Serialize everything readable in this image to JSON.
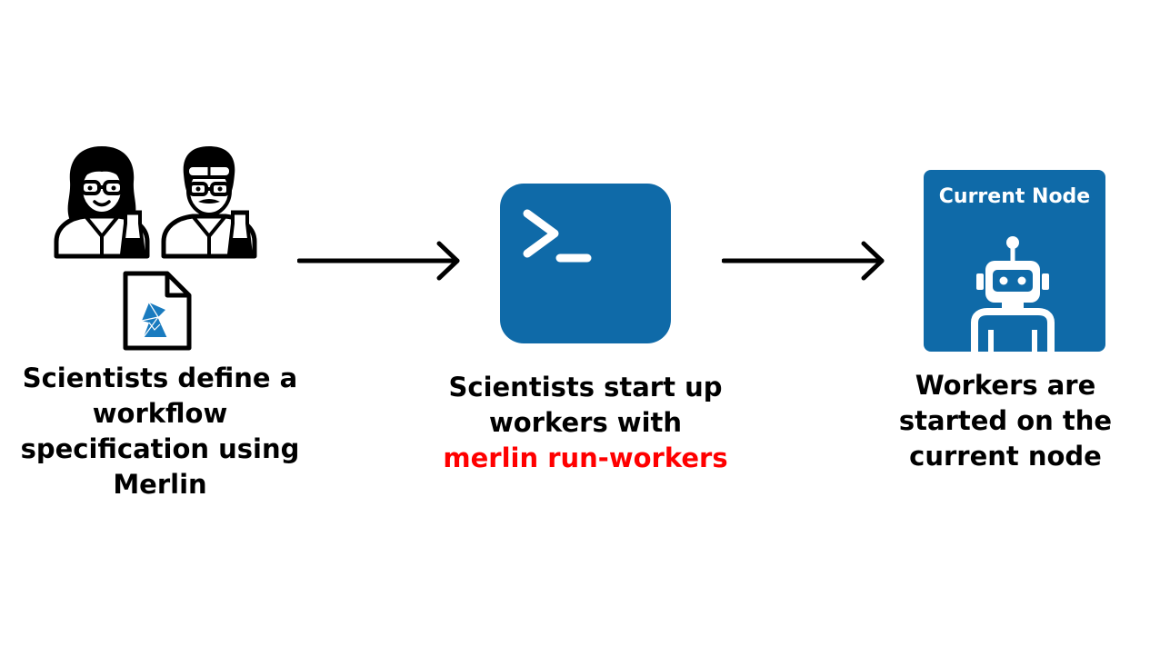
{
  "step1": {
    "lines": [
      "Scientists define a",
      "workflow",
      "specification using",
      "Merlin"
    ]
  },
  "step2": {
    "lines": [
      "Scientists start up",
      "workers with"
    ],
    "command": "merlin run-workers"
  },
  "step3": {
    "box_title": "Current Node",
    "lines": [
      "Workers are",
      "started on the",
      "current node"
    ]
  },
  "icons": {
    "scientist_1": "scientist-woman-icon",
    "scientist_2": "scientist-man-icon",
    "spec_file": "merlin-spec-file-icon",
    "terminal": "terminal-icon",
    "robot": "robot-worker-icon",
    "arrow": "arrow-right-icon"
  },
  "colors": {
    "accent_blue": "#0f6aa8",
    "command_red": "#ff0000",
    "text": "#000000"
  }
}
